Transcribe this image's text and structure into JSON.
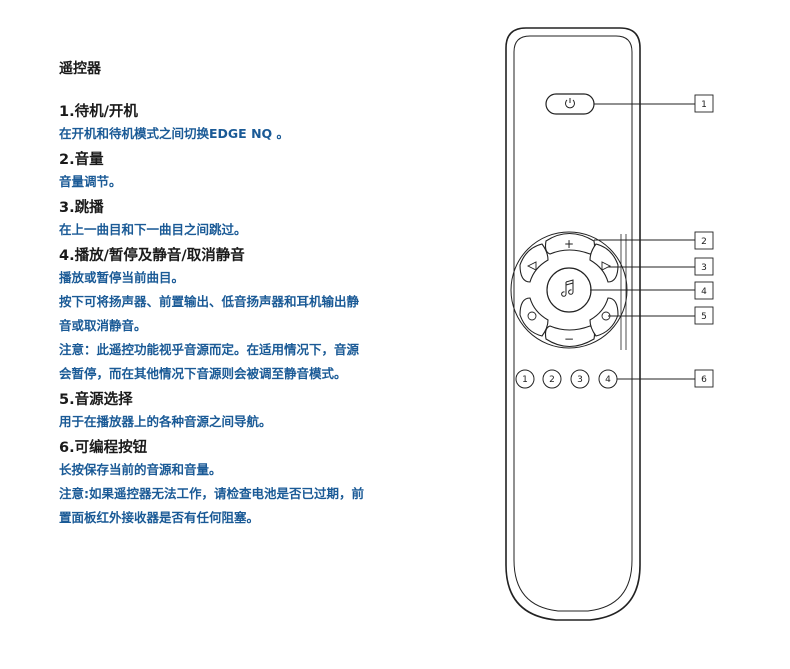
{
  "title": "遥控器",
  "sections": [
    {
      "heading": "1.待机/开机",
      "paragraphs": [
        "在开机和待机模式之间切换EDGE NQ 。"
      ]
    },
    {
      "heading": "2.音量",
      "paragraphs": [
        "音量调节。"
      ]
    },
    {
      "heading": "3.跳播",
      "paragraphs": [
        "在上一曲目和下一曲目之间跳过。"
      ]
    },
    {
      "heading": "4.播放/暂停及静音/取消静音",
      "paragraphs": [
        "播放或暂停当前曲目。",
        "按下可将扬声器、前置输出、低音扬声器和耳机输出静",
        "音或取消静音。",
        "注意：此遥控功能视乎音源而定。在适用情况下，音源",
        "会暂停，而在其他情况下音源则会被调至静音模式。"
      ]
    },
    {
      "heading": "5.音源选择",
      "paragraphs": [
        "用于在播放器上的各种音源之间导航。"
      ]
    },
    {
      "heading": "6.可编程按钮",
      "paragraphs": [
        "长按保存当前的音源和音量。",
        "注意:如果遥控器无法工作，请检查电池是否已过期，前",
        "置面板红外接收器是否有任何阻塞。"
      ]
    }
  ],
  "diagram": {
    "callouts": [
      "1",
      "2",
      "3",
      "4",
      "5",
      "6"
    ],
    "preset_buttons": [
      "1",
      "2",
      "3",
      "4"
    ],
    "volume_up_symbol": "+",
    "volume_down_symbol": "−",
    "icons": {
      "standby": "power-icon",
      "play": "music-note-icon",
      "skip_back": "skip-back-icon",
      "skip_forward": "skip-forward-icon",
      "source_left": "source-icon",
      "source_right": "source-icon"
    }
  },
  "colors": {
    "heading": "#1a1a1a",
    "body_text": "#1a5a96",
    "line": "#222222"
  }
}
